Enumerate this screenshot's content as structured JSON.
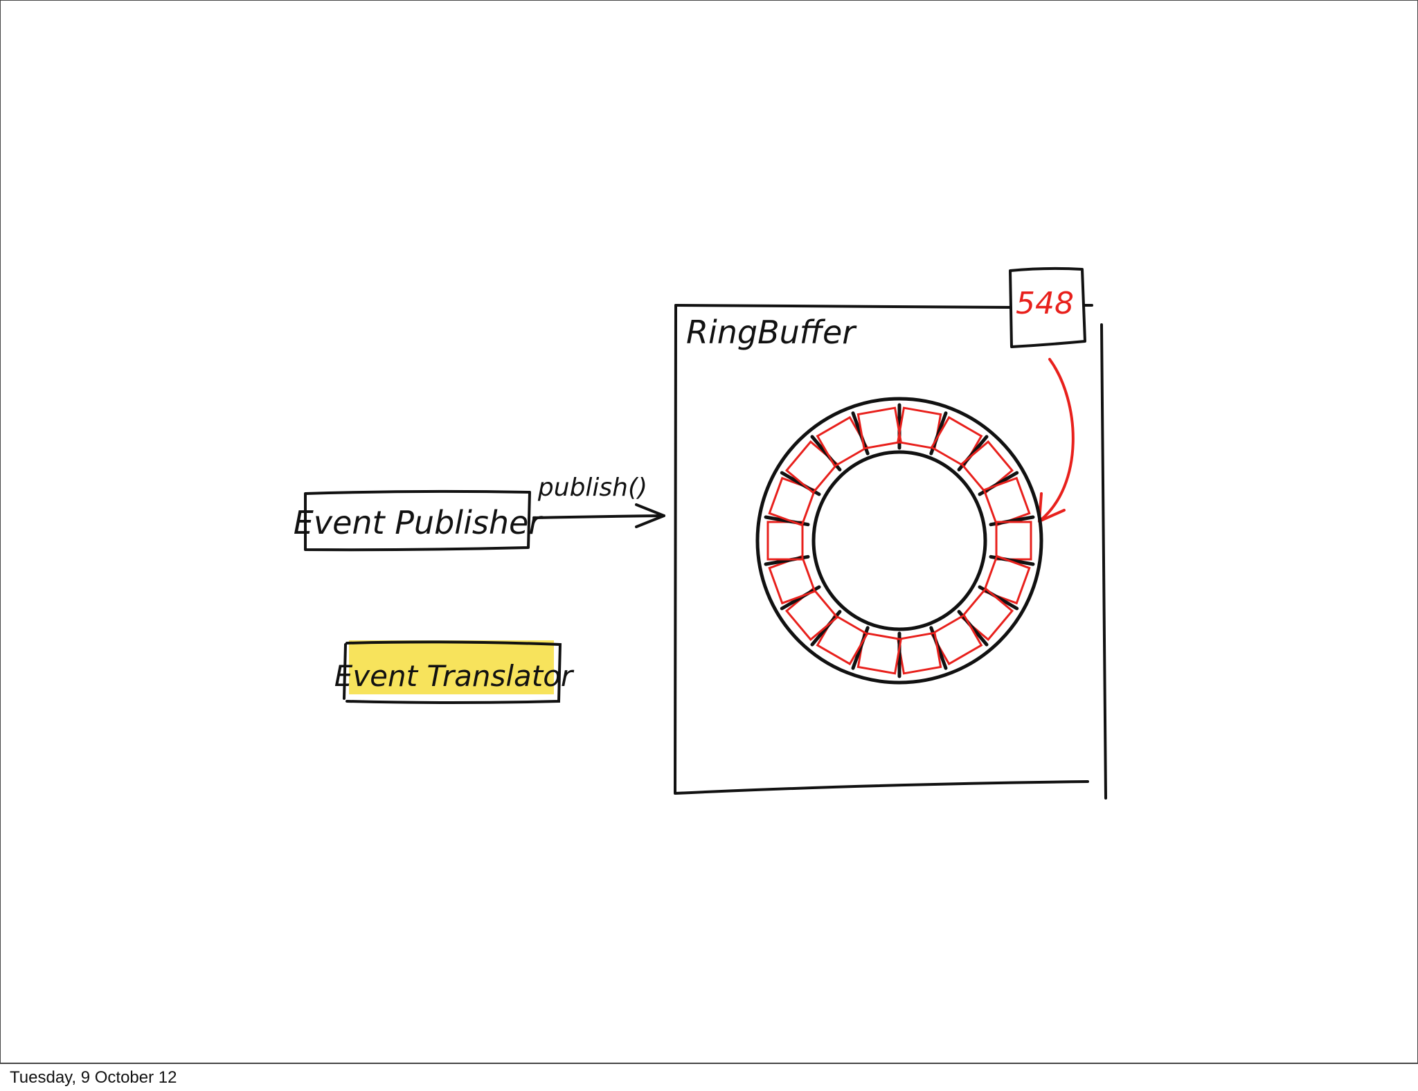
{
  "diagram": {
    "publisher_label": "Event Publisher",
    "publish_call_label": "publish()",
    "translator_label": "Event Translator",
    "ringbuffer_label": "RingBuffer",
    "sequence_value": "548",
    "slot_count": 18
  },
  "footer": {
    "date": "Tuesday, 9 October 12"
  },
  "colors": {
    "ink": "#111111",
    "accent_red": "#e8201c",
    "highlight_yellow": "#f6e04a"
  }
}
